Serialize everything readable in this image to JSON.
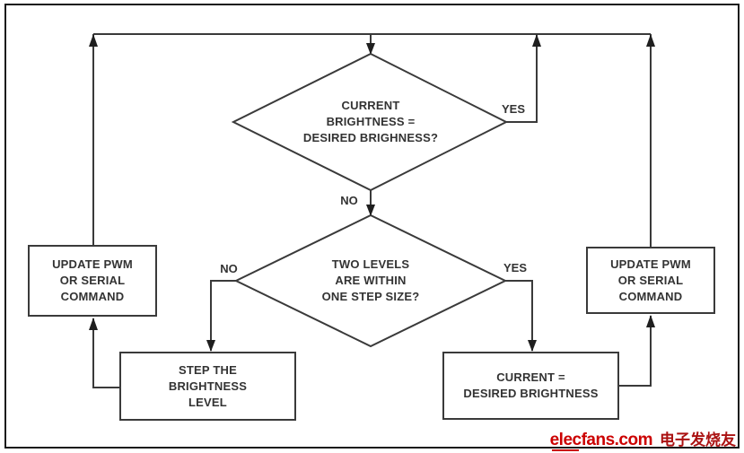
{
  "canvas": {
    "background": "#ffffff",
    "line_color": "#3a3a3a",
    "text_color": "#333333"
  },
  "flowchart": {
    "decision_top": {
      "text": "CURRENT\nBRIGHTNESS =\nDESIRED BRIGHNESS?"
    },
    "decision_levels": {
      "text": "TWO LEVELS\nARE WITHIN\nONE STEP SIZE?"
    },
    "process_update_left": {
      "text": "UPDATE PWM\nOR SERIAL\nCOMMAND"
    },
    "process_update_right": {
      "text": "UPDATE PWM\nOR SERIAL\nCOMMAND"
    },
    "process_step": {
      "text": "STEP THE\nBRIGHTNESS\nLEVEL"
    },
    "process_current": {
      "text": "CURRENT =\nDESIRED BRIGHTNESS"
    },
    "labels": {
      "top_yes": "YES",
      "top_no": "NO",
      "levels_no": "NO",
      "levels_yes": "YES"
    }
  },
  "watermark": {
    "site": "elecfans.com",
    "chinese": "电子发烧友",
    "site_color": "#cc0000"
  }
}
